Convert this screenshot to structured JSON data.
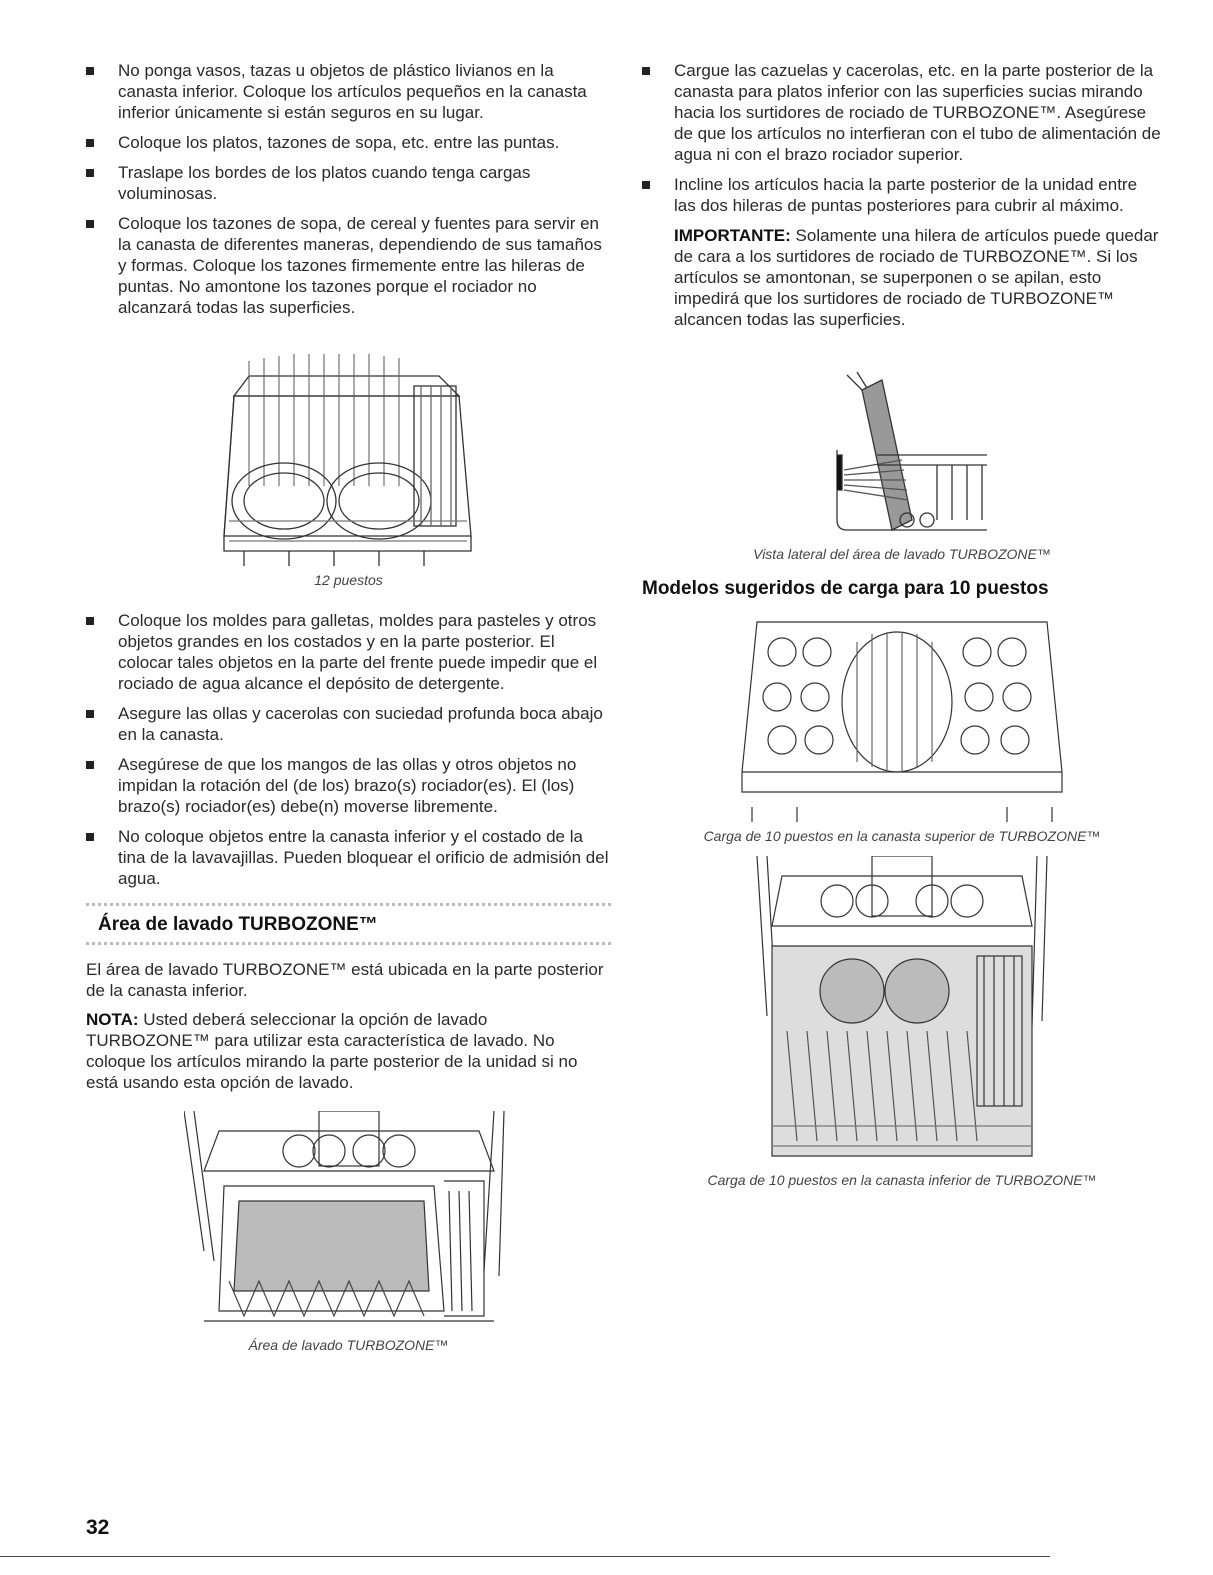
{
  "left_column": {
    "bullets_top": [
      "No ponga vasos, tazas u objetos de plástico livianos en la canasta inferior. Coloque los artículos pequeños en la canasta inferior únicamente si están seguros en su lugar.",
      "Coloque los platos, tazones de sopa, etc. entre las puntas.",
      "Traslape los bordes de los platos cuando tenga cargas voluminosas.",
      "Coloque los tazones de sopa, de cereal y fuentes para servir en la canasta de diferentes maneras, dependiendo de sus tamaños y formas. Coloque los tazones firmemente entre las hileras de puntas. No amontone los tazones porque el rociador no alcanzará todas las superficies."
    ],
    "figure1_caption": "12 puestos",
    "bullets_bottom": [
      "Coloque los moldes para galletas, moldes para pasteles y otros objetos grandes en los costados y en la parte posterior. El colocar tales objetos en la parte del frente puede impedir que el rociado de agua alcance el depósito de detergente.",
      "Asegure las ollas y cacerolas con suciedad profunda boca abajo en la canasta.",
      "Asegúrese de que los mangos de las ollas y otros objetos no impidan la rotación del (de los) brazo(s) rociador(es). El (los) brazo(s) rociador(es) debe(n) moverse libremente.",
      "No coloque objetos entre la canasta inferior y el costado de la tina de la lavavajillas. Pueden bloquear el orificio de admisión del agua."
    ],
    "section_title": "Área de lavado TURBOZONE™",
    "para1": "El área de lavado TURBOZONE™ está ubicada en la parte posterior de la canasta inferior.",
    "note_label": "NOTA:",
    "note_text": " Usted deberá seleccionar la opción de lavado TURBOZONE™ para utilizar esta característica de lavado. No coloque los artículos mirando la parte posterior de la unidad si no está usando esta opción de lavado.",
    "figure2_caption": "Área de lavado TURBOZONE™"
  },
  "right_column": {
    "bullets": [
      "Cargue las cazuelas y cacerolas, etc. en la parte posterior de la canasta para platos inferior con las superficies sucias mirando hacia los surtidores de rociado de TURBOZONE™. Asegúrese de que los artículos no interfieran con el tubo de alimentación de agua ni con el brazo rociador superior.",
      "Incline los artículos hacia la parte posterior de la unidad entre las dos hileras de puntas posteriores para cubrir al máximo."
    ],
    "important_label": "IMPORTANTE:",
    "important_text": " Solamente una hilera de artículos puede quedar de cara a los surtidores de rociado de TURBOZONE™. Si los artículos se amontonan, se superponen o se apilan, esto impedirá que los surtidores de rociado de TURBOZONE™ alcancen todas las superficies.",
    "figure1_caption": "Vista lateral del área de lavado TURBOZONE™",
    "heading": "Modelos sugeridos de carga para 10 puestos",
    "figure2_caption": "Carga de 10 puestos en la canasta superior de TURBOZONE™",
    "figure3_caption": "Carga de 10 puestos en la canasta inferior de TURBOZONE™"
  },
  "page_number": "32"
}
